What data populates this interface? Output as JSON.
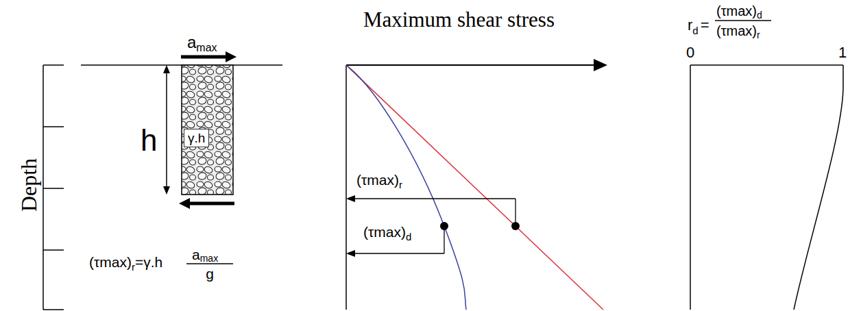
{
  "diagram": {
    "nodes": [
      {
        "text": [
          "γ.h"
        ]
      }
    ],
    "labels": [
      "a",
      "max",
      "h",
      "Depth",
      "(τmax)",
      "r",
      "=γ.h",
      "a",
      "max",
      "g",
      "Maximum shear stress",
      "(τmax)",
      "r",
      "(τmax)",
      "d",
      "r",
      "d",
      "=",
      "(τmax)",
      "d",
      "(τmax)",
      "r",
      "0",
      "1"
    ]
  }
}
